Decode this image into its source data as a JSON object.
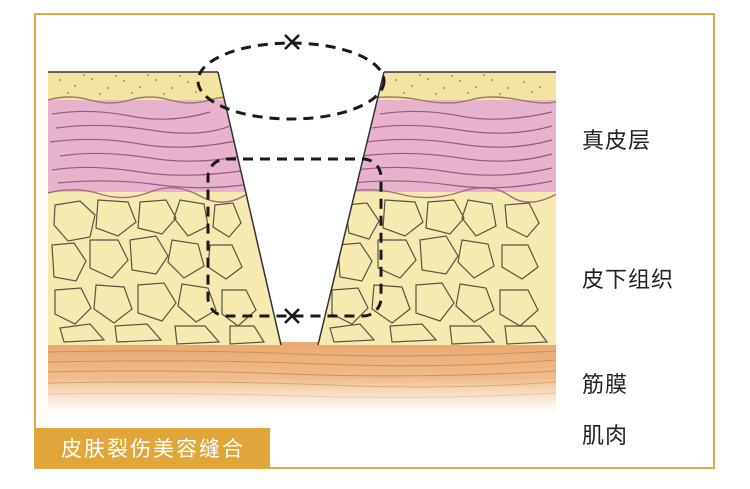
{
  "labels": {
    "dermis": "真皮层",
    "subcutaneous": "皮下组织",
    "fascia": "筋膜",
    "muscle": "肌肉"
  },
  "caption": "皮肤裂伤美容缝合",
  "colors": {
    "frame": "#e3a93f",
    "caption_bg": "#e1a63a",
    "epidermis": "#f4e4a1",
    "dermis": "#e6b2cc",
    "fat": "#f6eab0",
    "fascia": "#e6a56e",
    "suture": "#1a1a1a"
  },
  "icons": [
    "suture-knot-icon"
  ]
}
